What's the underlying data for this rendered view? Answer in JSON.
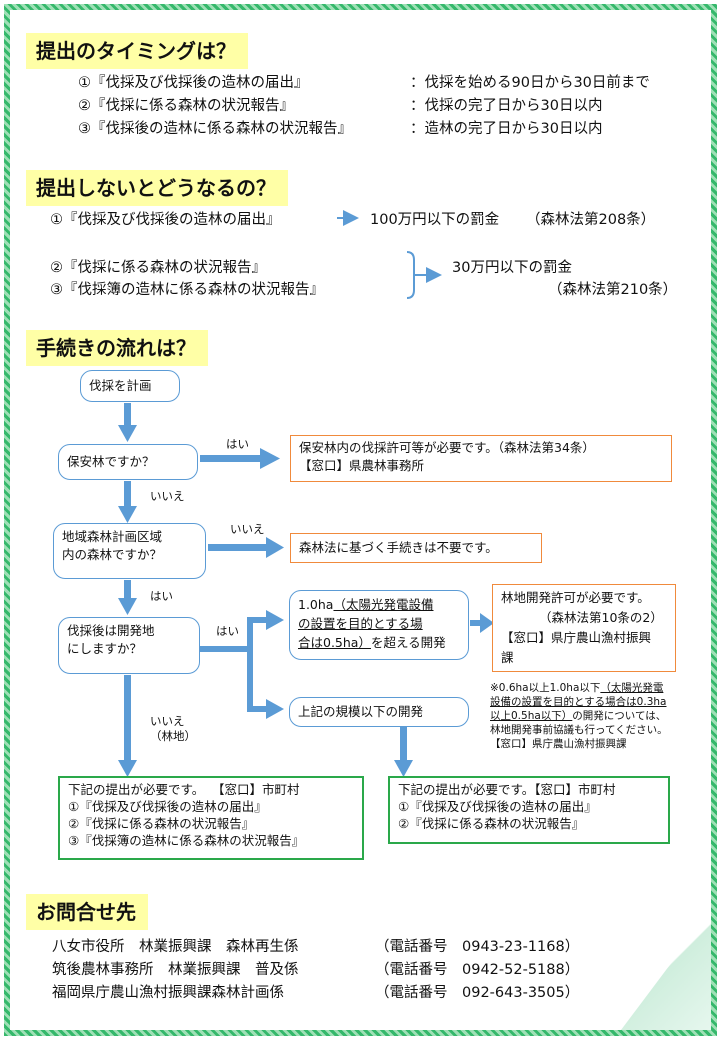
{
  "colors": {
    "frame": "#35b86b",
    "heading_bg": "#ffffa6",
    "arrow": "#5b9bd5",
    "process_border": "#5b9bd5",
    "result_border": "#f08a3c",
    "submit_border": "#2aa84a"
  },
  "timing": {
    "heading": "提出のタイミングは？",
    "rows": [
      {
        "item": "①『伐採及び伐採後の造林の届出』",
        "detail": "：伐採を始める90日から30日前まで"
      },
      {
        "item": "②『伐採に係る森林の状況報告』",
        "detail": "：伐採の完了日から30日以内"
      },
      {
        "item": "③『伐採後の造林に係る森林の状況報告』",
        "detail": "：造林の完了日から30日以内"
      }
    ]
  },
  "penalty": {
    "heading": "提出しないとどうなるの？",
    "row1_item": "①『伐採及び伐採後の造林の届出』",
    "row1_fine": "100万円以下の罰金",
    "row1_law": "（森林法第208条）",
    "row2_item": "②『伐採に係る森林の状況報告』",
    "row3_item": "③『伐採簿の造林に係る森林の状況報告』",
    "row23_fine": "30万円以下の罰金",
    "row23_law": "（森林法第210条）"
  },
  "flow": {
    "heading": "手続きの流れは？",
    "plan": "伐採を計画",
    "q1": "保安林ですか？",
    "q1_yes": "はい",
    "q1_no": "いいえ",
    "q1_result_line1": "保安林内の伐採許可等が必要です。（森林法第34条）",
    "q1_result_line2": "【窓口】県農林事務所",
    "q2_line1": "地域森林計画区域",
    "q2_line2": "内の森林ですか？",
    "q2_no": "いいえ",
    "q2_yes": "はい",
    "q2_result": "森林法に基づく手続きは不要です。",
    "q3_line1": "伐採後は開発地",
    "q3_line2": "にしますか？",
    "q3_yes": "はい",
    "q3_no_line1": "いいえ",
    "q3_no_line2": "（林地）",
    "dev_large_prefix": "1.0ha",
    "dev_large_u1": "（太陽光発電設備",
    "dev_large_u2": "の設置を目的とする場",
    "dev_large_u3": "合は0.5ha）",
    "dev_large_suffix": "を超える開発",
    "dev_permit_line1": "林地開発許可が必要です。",
    "dev_permit_line2": "（森林法第10条の2）",
    "dev_permit_line3": "【窓口】県庁農山漁村振興",
    "dev_permit_line4": "課",
    "dev_small": "上記の規模以下の開発",
    "note_line1_a": "※0.6ha以上1.0ha以下",
    "note_line1_u": "（太陽光発電",
    "note_line2_u": "設備の設置を目的とする場合は0.3ha",
    "note_line3_u": "以上0.5ha以下）",
    "note_line3_b": "の開発については、",
    "note_line4": "林地開発事前協議も行ってください。",
    "note_line5": "【窓口】県庁農山漁村振興課",
    "submit_left_head": "下記の提出が必要です。",
    "submit_left_window": "【窓口】市町村",
    "submit_left_items": [
      "①『伐採及び伐採後の造林の届出』",
      "②『伐採に係る森林の状況報告』",
      "③『伐採簿の造林に係る森林の状況報告』"
    ],
    "submit_right_head": "下記の提出が必要です。【窓口】市町村",
    "submit_right_items": [
      "①『伐採及び伐採後の造林の届出』",
      "②『伐採に係る森林の状況報告』"
    ]
  },
  "contact": {
    "heading": "お問合せ先",
    "rows": [
      {
        "org": "八女市役所　林業振興課　森林再生係",
        "phone": "（電話番号　0943-23-1168）"
      },
      {
        "org": "筑後農林事務所　林業振興課　普及係",
        "phone": "（電話番号　0942-52-5188）"
      },
      {
        "org": "福岡県庁農山漁村振興課森林計画係",
        "phone": "（電話番号　092-643-3505）"
      }
    ]
  }
}
